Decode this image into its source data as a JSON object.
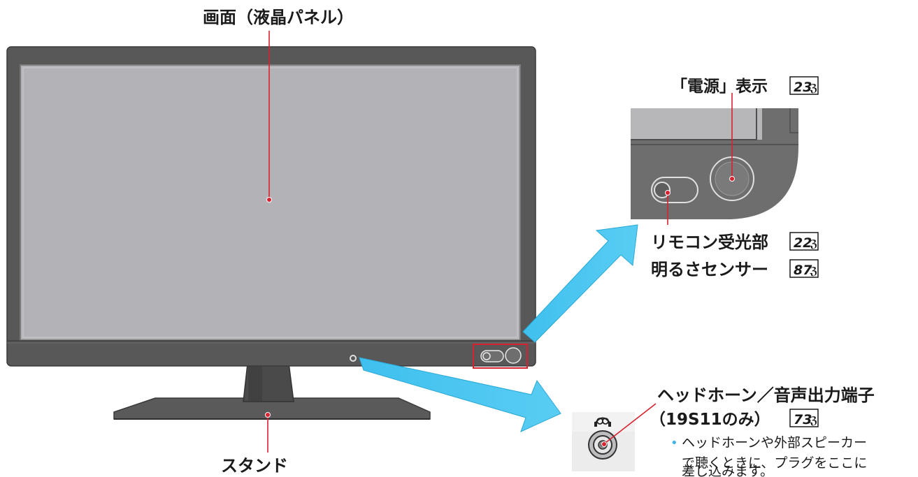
{
  "labels": {
    "screen": "画面（液晶パネル）",
    "power_display": "「電源」表示",
    "power_display_page": "23",
    "remote_receiver": "リモコン受光部",
    "remote_receiver_page": "22",
    "brightness_sensor": "明るさセンサー",
    "brightness_sensor_page": "87",
    "headphone_title": "ヘッドホーン／音声出力端子",
    "headphone_sub": "（19S11のみ）",
    "headphone_page": "73",
    "stand": "スタンド"
  },
  "note": {
    "bullet": "•",
    "line1": "ヘッドホーンや外部スピーカー",
    "line2": "で聴くときに、プラグをここに",
    "line3": "差し込みます。"
  },
  "page_mark": "ℨ",
  "colors": {
    "frame": "#585858",
    "screen": "#b3b3b7",
    "leader": "#d8222f",
    "arrow": "#3fc0ee",
    "highlight": "#d8222f",
    "bezel_panel": "#bdbdbf",
    "bezel_panel_dark": "#6e6e6e"
  }
}
